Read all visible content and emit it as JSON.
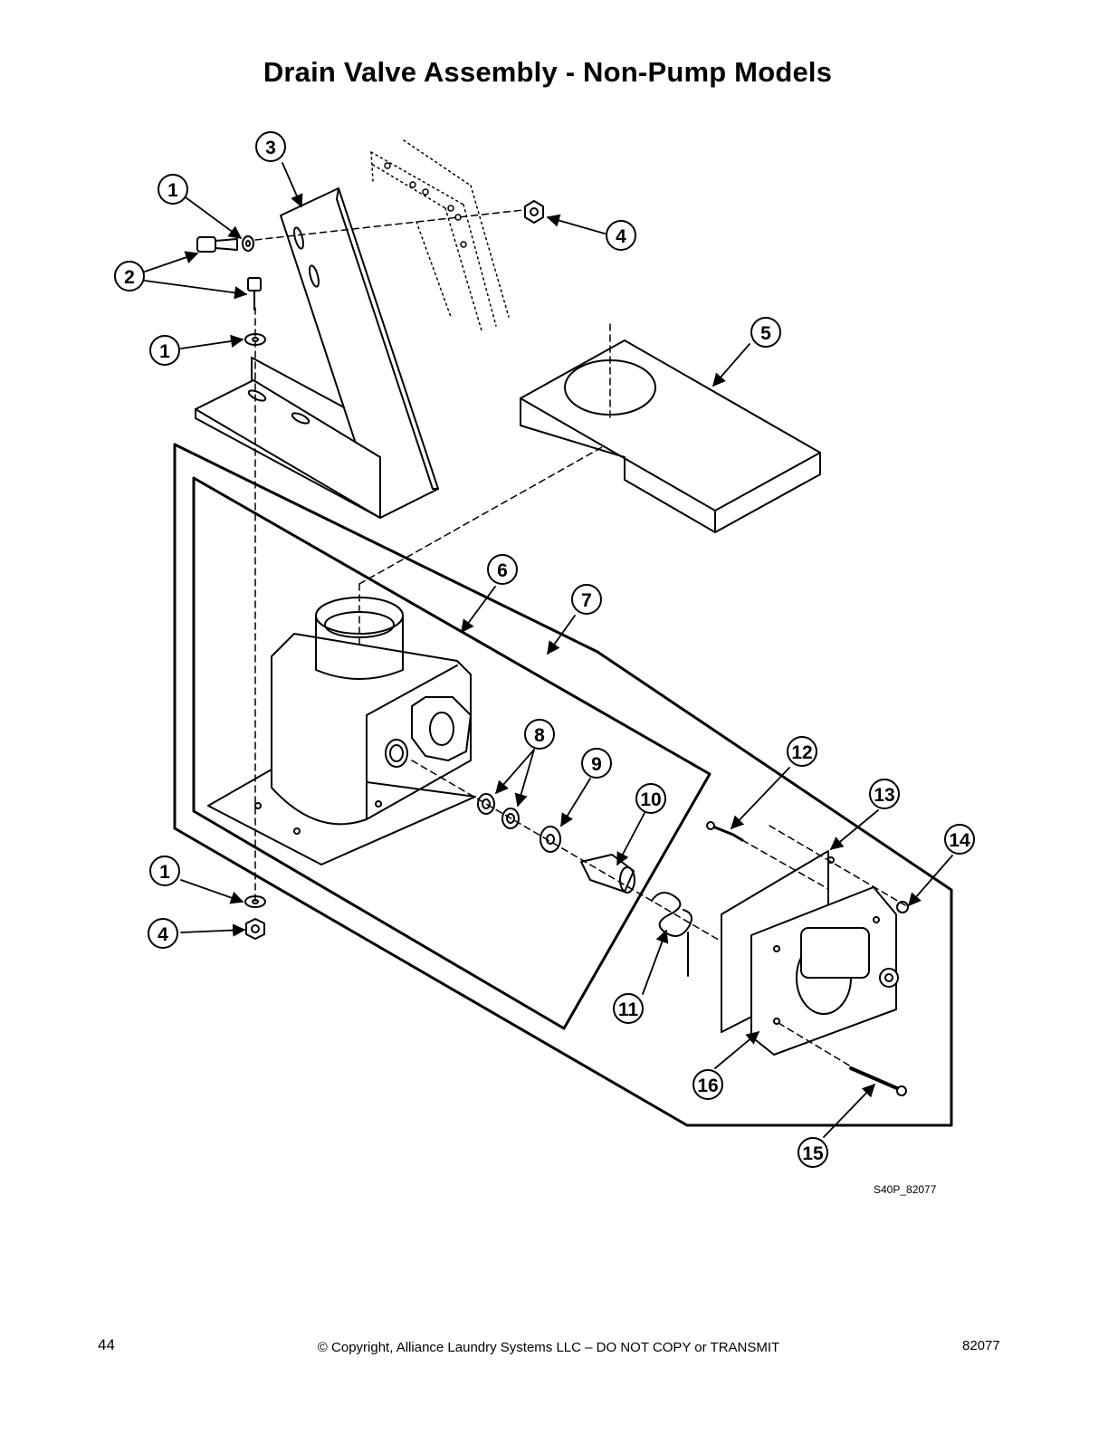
{
  "title": "Drain Valve Assembly - Non-Pump Models",
  "figure_id": "S40P_82077",
  "footer": {
    "page_number": "44",
    "copyright": "© Copyright, Alliance Laundry Systems LLC – DO NOT COPY or TRANSMIT",
    "doc_number": "82077"
  },
  "callouts": [
    {
      "number": "1"
    },
    {
      "number": "2"
    },
    {
      "number": "1"
    },
    {
      "number": "3"
    },
    {
      "number": "4"
    },
    {
      "number": "5"
    },
    {
      "number": "6"
    },
    {
      "number": "7"
    },
    {
      "number": "8"
    },
    {
      "number": "9"
    },
    {
      "number": "10"
    },
    {
      "number": "11"
    },
    {
      "number": "12"
    },
    {
      "number": "13"
    },
    {
      "number": "14"
    },
    {
      "number": "15"
    },
    {
      "number": "16"
    },
    {
      "number": "1"
    },
    {
      "number": "4"
    }
  ]
}
